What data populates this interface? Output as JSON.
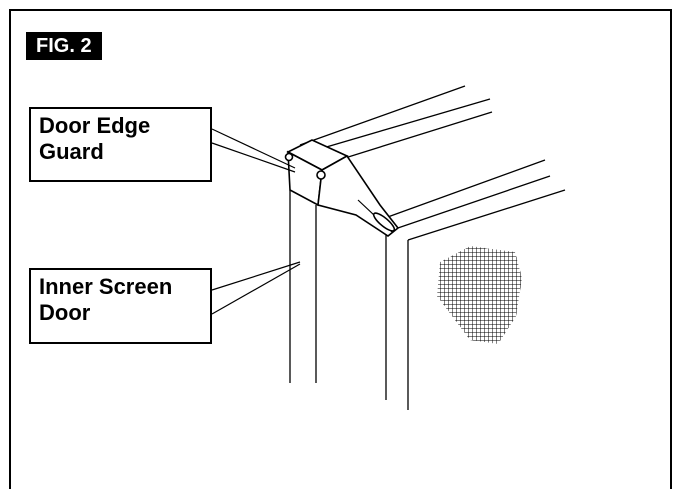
{
  "figure": {
    "label": "FIG. 2"
  },
  "callouts": {
    "door_edge_guard": {
      "line1": "Door Edge",
      "line2": "Guard"
    },
    "inner_screen_door": {
      "line1": "Inner Screen",
      "line2": "Door"
    }
  },
  "colors": {
    "ink": "#000000",
    "paper": "#ffffff"
  }
}
